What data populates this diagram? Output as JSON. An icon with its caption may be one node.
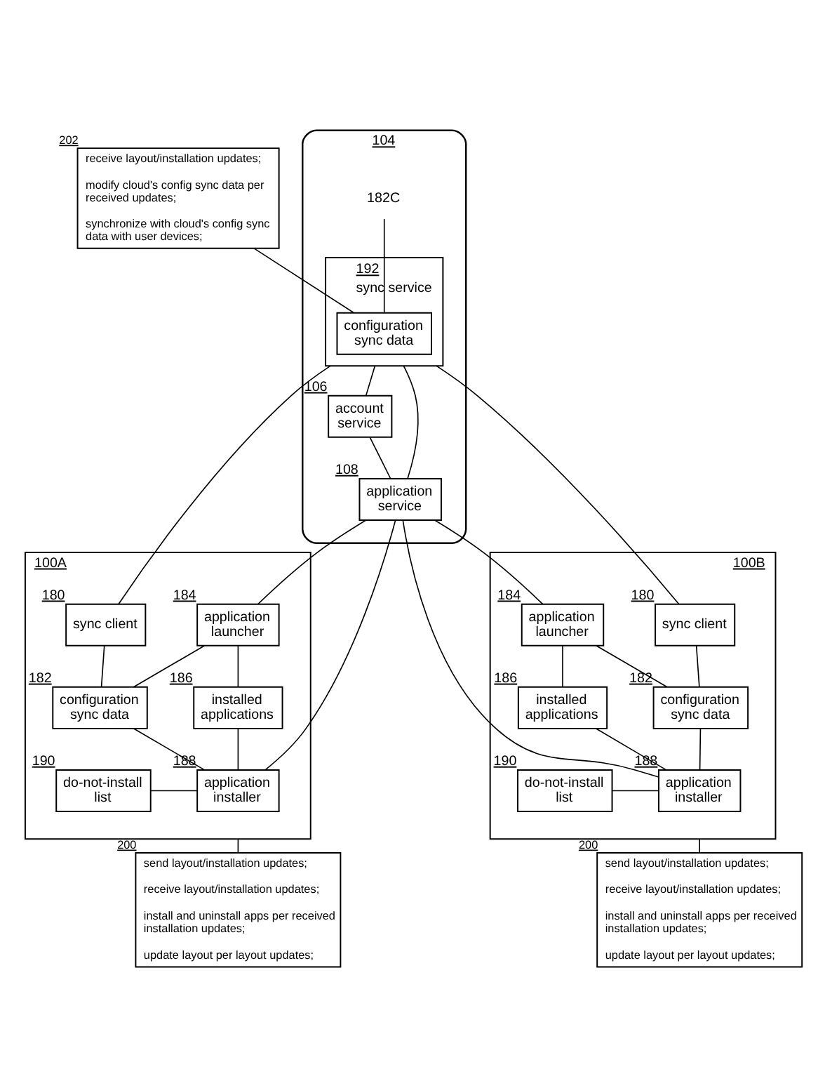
{
  "diagram": {
    "nodes": [
      {
        "text": [
          "receive layout/installation updates;",
          "modify cloud's config sync data per received updates;",
          "synchronize with cloud's config sync data with user devices;"
        ],
        "beside": [
          "202"
        ]
      },
      {
        "text": [
          "104"
        ]
      },
      {
        "text": [
          "sync service"
        ],
        "beside": [
          "192"
        ],
        "in": 1
      },
      {
        "text": [
          "configuration sync data"
        ],
        "in": 2
      },
      {
        "text": [
          "182C"
        ],
        "in": 1
      },
      {
        "text": [
          "account service"
        ],
        "beside": [
          "106"
        ],
        "in": 1
      },
      {
        "text": [
          "application service"
        ],
        "beside": [
          "108"
        ],
        "in": 1
      },
      {
        "text": [
          "100A"
        ]
      },
      {
        "text": [
          "sync client"
        ],
        "beside": [
          "180"
        ],
        "in": 7
      },
      {
        "text": [
          "application launcher"
        ],
        "beside": [
          "184"
        ],
        "in": 7
      },
      {
        "text": [
          "configuration sync data"
        ],
        "beside": [
          "182"
        ],
        "in": 7
      },
      {
        "text": [
          "installed applications"
        ],
        "beside": [
          "186"
        ],
        "in": 7
      },
      {
        "text": [
          "do-not-install list"
        ],
        "beside": [
          "190"
        ],
        "in": 7
      },
      {
        "text": [
          "application installer"
        ],
        "beside": [
          "188"
        ],
        "in": 7
      },
      {
        "text": [
          "100B"
        ]
      },
      {
        "text": [
          "sync client"
        ],
        "beside": [
          "180"
        ],
        "in": 14
      },
      {
        "text": [
          "application launcher"
        ],
        "beside": [
          "184"
        ],
        "in": 14
      },
      {
        "text": [
          "configuration sync data"
        ],
        "beside": [
          "182"
        ],
        "in": 14
      },
      {
        "text": [
          "installed applications"
        ],
        "beside": [
          "186"
        ],
        "in": 14
      },
      {
        "text": [
          "do-not-install list"
        ],
        "beside": [
          "190"
        ],
        "in": 14
      },
      {
        "text": [
          "application installer"
        ],
        "beside": [
          "188"
        ],
        "in": 14
      },
      {
        "text": [
          "send layout/installation updates;",
          "receive layout/installation updates;",
          "install and uninstall apps per received installation updates;",
          "update layout per layout updates;"
        ],
        "beside": [
          "200"
        ]
      },
      {
        "text": [
          "send layout/installation updates;",
          "receive layout/installation updates;",
          "install and uninstall apps per received installation updates;",
          "update layout per layout updates;"
        ],
        "beside": [
          "200"
        ]
      }
    ],
    "edges": [
      {
        "from": 0,
        "to": 3,
        "arrow": "none"
      },
      {
        "from": 4,
        "to": 3,
        "arrow": "none"
      },
      {
        "from": 2,
        "to": 5,
        "arrow": "none"
      },
      {
        "from": 2,
        "to": 6,
        "arrow": "none"
      },
      {
        "from": 5,
        "to": 6,
        "arrow": "none"
      },
      {
        "from": 2,
        "to": 8,
        "arrow": "none"
      },
      {
        "from": 2,
        "to": 15,
        "arrow": "none"
      },
      {
        "from": 6,
        "to": 9,
        "arrow": "none"
      },
      {
        "from": 6,
        "to": 13,
        "arrow": "none"
      },
      {
        "from": 6,
        "to": 16,
        "arrow": "none"
      },
      {
        "from": 6,
        "to": 20,
        "arrow": "none"
      },
      {
        "from": 8,
        "to": 10,
        "arrow": "none"
      },
      {
        "from": 9,
        "to": 10,
        "arrow": "none"
      },
      {
        "from": 9,
        "to": 11,
        "arrow": "none"
      },
      {
        "from": 11,
        "to": 13,
        "arrow": "none"
      },
      {
        "from": 10,
        "to": 13,
        "arrow": "none"
      },
      {
        "from": 12,
        "to": 13,
        "arrow": "none"
      },
      {
        "from": 15,
        "to": 17,
        "arrow": "none"
      },
      {
        "from": 16,
        "to": 17,
        "arrow": "none"
      },
      {
        "from": 16,
        "to": 18,
        "arrow": "none"
      },
      {
        "from": 18,
        "to": 20,
        "arrow": "none"
      },
      {
        "from": 17,
        "to": 20,
        "arrow": "none"
      },
      {
        "from": 19,
        "to": 20,
        "arrow": "none"
      },
      {
        "from": 7,
        "to": 21,
        "arrow": "none"
      },
      {
        "from": 14,
        "to": 22,
        "arrow": "none"
      }
    ]
  }
}
